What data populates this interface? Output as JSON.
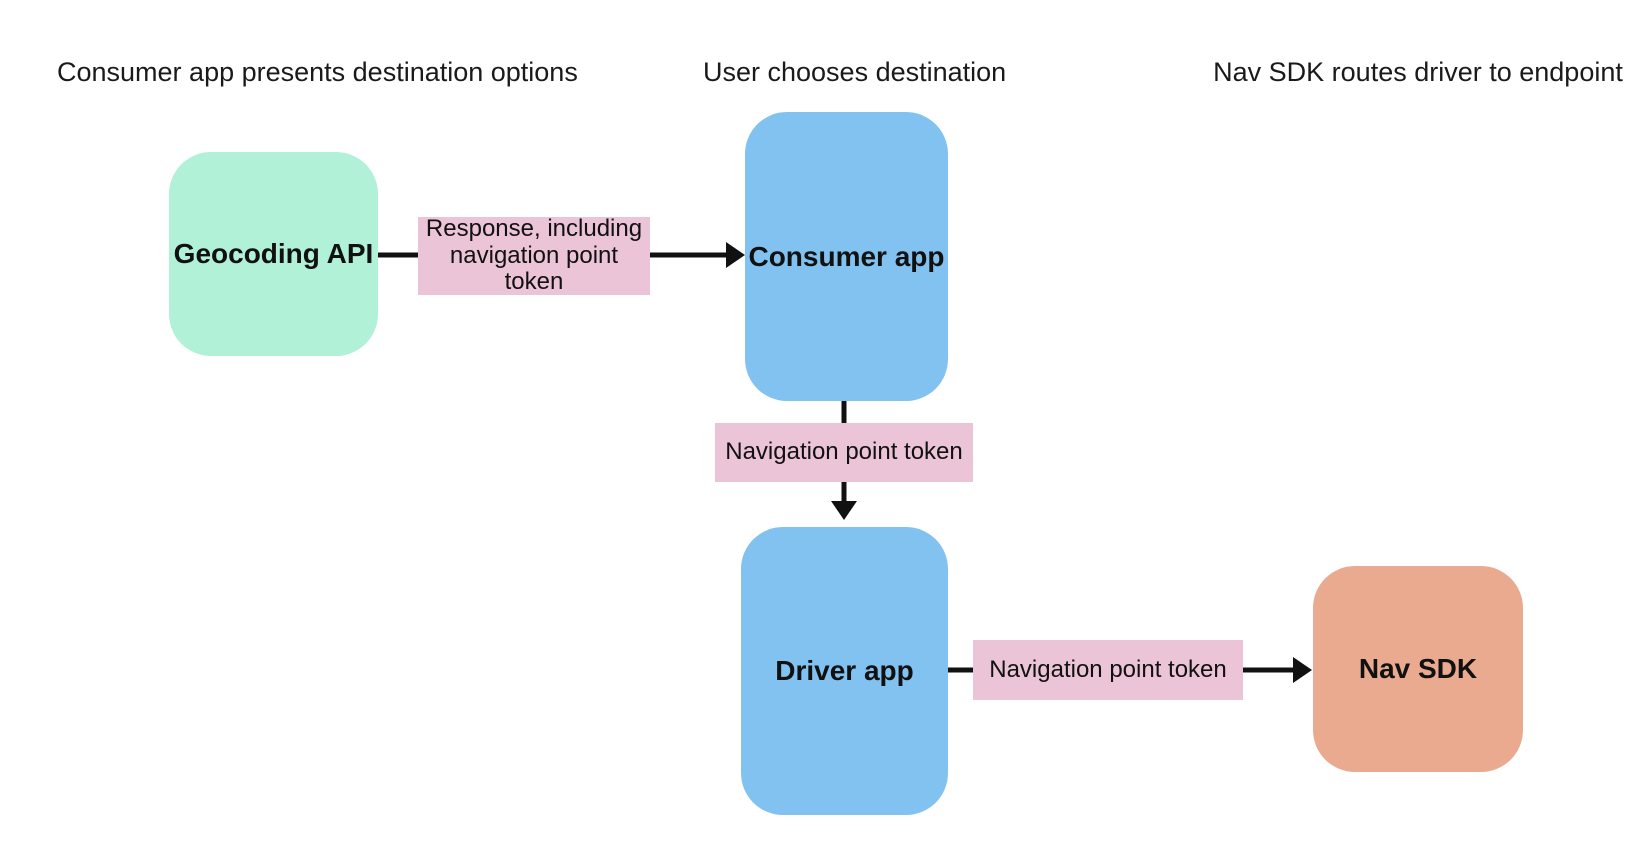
{
  "diagram": {
    "headers": [
      {
        "text": "Consumer app presents destination options"
      },
      {
        "text": "User chooses destination"
      },
      {
        "text": "Nav SDK routes driver to endpoint"
      }
    ],
    "nodes": [
      {
        "id": "geocoding-api",
        "label": "Geocoding API",
        "color": "#b1f1d8"
      },
      {
        "id": "consumer-app",
        "label": "Consumer app",
        "color": "#82c2f1"
      },
      {
        "id": "driver-app",
        "label": "Driver app",
        "color": "#82c2f1"
      },
      {
        "id": "nav-sdk",
        "label": "Nav SDK",
        "color": "#e9aa90"
      }
    ],
    "edge_labels": [
      {
        "id": "response-including-navigation-point-token",
        "text": "Response, including navigation point token",
        "color": "#ecc4d8"
      },
      {
        "id": "navigation-point-token-consumer-to-driver",
        "text": "Navigation point token",
        "color": "#ecc4d8"
      },
      {
        "id": "navigation-point-token-driver-to-navsdk",
        "text": "Navigation point token",
        "color": "#ecc4d8"
      }
    ],
    "edges": [
      {
        "from": "geocoding-api",
        "to": "consumer-app",
        "label": "Response, including navigation point token"
      },
      {
        "from": "consumer-app",
        "to": "driver-app",
        "label": "Navigation point token"
      },
      {
        "from": "driver-app",
        "to": "nav-sdk",
        "label": "Navigation point token"
      }
    ],
    "colors": {
      "arrow": "#111111",
      "text": "#1a1a1a",
      "background": "#ffffff"
    }
  }
}
